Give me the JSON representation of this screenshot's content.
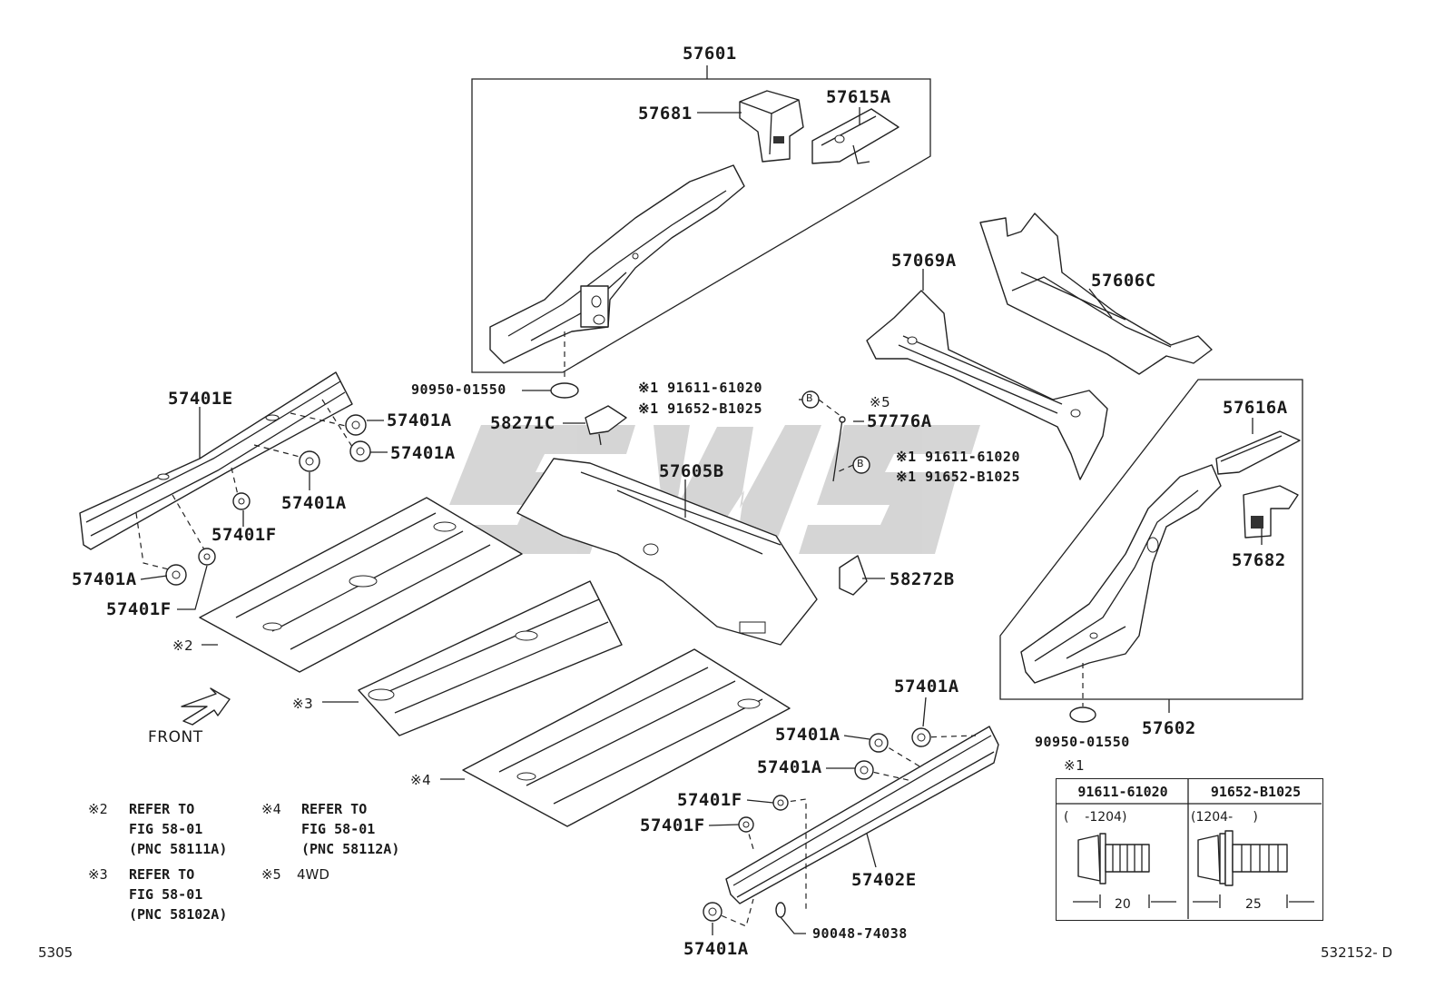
{
  "diagram": {
    "watermark": "sws",
    "group_labels": {
      "upper_group": "57601",
      "right_group": "57602"
    },
    "part_labels": {
      "p57681": "57681",
      "p57615A": "57615A",
      "p57069A": "57069A",
      "p57606C": "57606C",
      "p57401E": "57401E",
      "p57401A_1": "57401A",
      "p57401A_2": "57401A",
      "p57401A_3": "57401A",
      "p57401F_1": "57401F",
      "p57401A_4": "57401A",
      "p57401F_2": "57401F",
      "p90950_1": "90950-01550",
      "p58271C": "58271C",
      "p57605B": "57605B",
      "p57776A": "57776A",
      "p58272B": "58272B",
      "p57616A": "57616A",
      "p57682": "57682",
      "p90950_2": "90950-01550",
      "p57401A_5": "57401A",
      "p57401A_6": "57401A",
      "p57401A_7": "57401A",
      "p57401F_3": "57401F",
      "p57401F_4": "57401F",
      "p57402E": "57402E",
      "p90048": "90048-74038",
      "p57401A_8": "57401A"
    },
    "bolt_callouts": {
      "top_a": "※1 91611-61020",
      "top_b": "※1 91652-B1025",
      "mid_a": "※1 91611-61020",
      "mid_b": "※1 91652-B1025",
      "circle_b": "B",
      "note5_mark": "※5"
    },
    "floor_marks": {
      "m2": "※2",
      "m3": "※3",
      "m4": "※4"
    },
    "front_label": "FRONT",
    "notes": {
      "n2_mark": "※2",
      "n2_text": "REFER TO\nFIG 58-01\n(PNC 58111A)",
      "n3_mark": "※3",
      "n3_text": "REFER TO\nFIG 58-01\n(PNC 58102A)",
      "n4_mark": "※4",
      "n4_text": "REFER TO\nFIG 58-01\n(PNC 58112A)",
      "n5_mark": "※5",
      "n5_text": "4WD"
    },
    "bolt_table": {
      "mark": "※1",
      "col1_header": "91611-61020",
      "col2_header": "91652-B1025",
      "col1_range": "(    -1204)",
      "col2_range": "(1204-     )",
      "col1_length": "20",
      "col2_length": "25"
    },
    "footer": {
      "left_code": "5305",
      "right_code": "532152- D"
    }
  }
}
